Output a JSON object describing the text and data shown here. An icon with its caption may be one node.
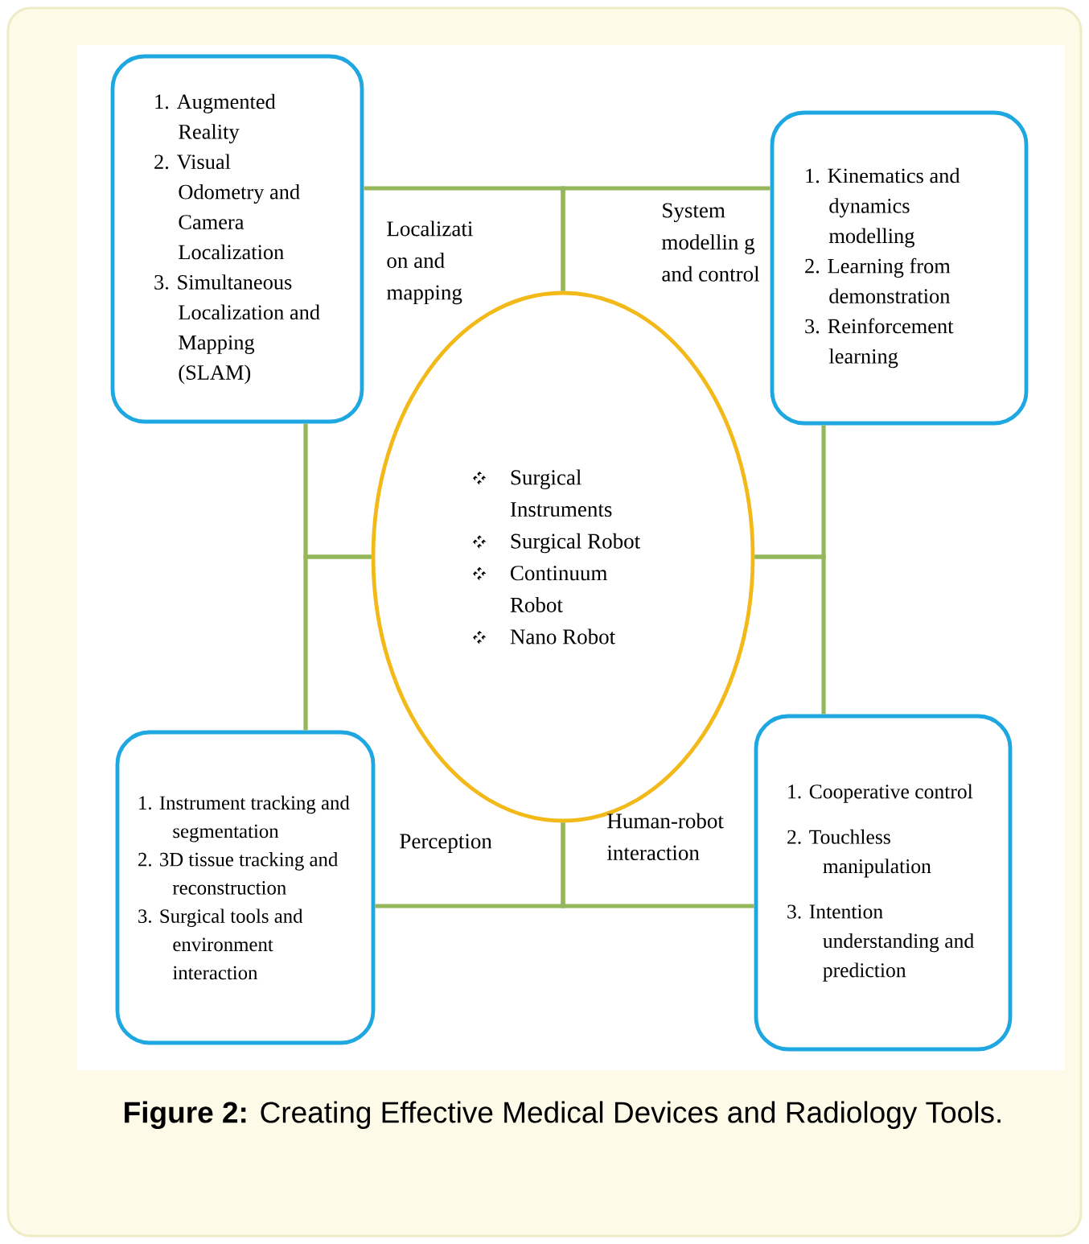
{
  "diagram": {
    "caption": "**Figure 2:** Creating Effective Medical Devices and Radiology Tools.",
    "nodes": [
      {
        "text": [
          "1. Augmented Reality",
          "2. Visual Odometry and Camera Localization",
          "3. Simultaneous Localization and Mapping (SLAM)"
        ]
      },
      {
        "text": [
          "1. Kinematics and dynamics modelling",
          "2. Learning from demonstration",
          "3. Reinforcement learning"
        ]
      },
      {
        "text": [
          "Surgical Instruments",
          "Surgical Robot",
          "Continuum Robot",
          "Nano Robot"
        ]
      },
      {
        "text": [
          "1. Instrument tracking and segmentation",
          "2. 3D tissue tracking and reconstruction",
          "3. Surgical tools and environment interaction"
        ]
      },
      {
        "text": [
          "1. Cooperative control",
          "2. Touchless manipulation",
          "3. Intention understanding and prediction"
        ]
      }
    ],
    "edges": [
      {
        "from": 0,
        "to": 2,
        "arrow": "none"
      },
      {
        "from": 1,
        "to": 2,
        "arrow": "none"
      },
      {
        "from": 0,
        "to": 2,
        "arrow": "none"
      },
      {
        "from": 3,
        "to": 2,
        "arrow": "none"
      },
      {
        "from": 1,
        "to": 2,
        "arrow": "none"
      },
      {
        "from": 4,
        "to": 2,
        "arrow": "none"
      },
      {
        "from": 3,
        "to": 2,
        "arrow": "none"
      },
      {
        "from": 4,
        "to": 2,
        "arrow": "none"
      }
    ],
    "labels": [
      "Localizati on and mapping",
      "System modellin g and control",
      "Perception",
      "Human-robot interaction"
    ]
  }
}
